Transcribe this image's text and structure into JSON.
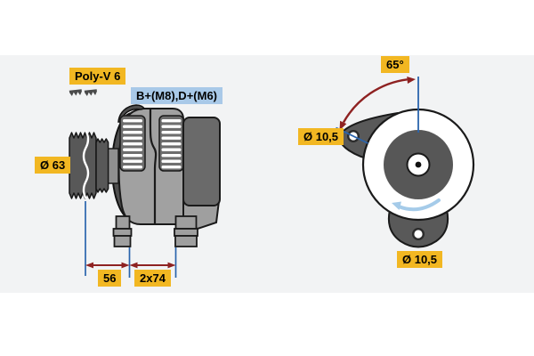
{
  "diagram": {
    "subject": "alternator dimensional drawing, side view and front view",
    "labels": {
      "belt_type": {
        "text": "Poly-V 6",
        "style": "yellow"
      },
      "terminals": {
        "text": "B+(M8),D+(M6)",
        "style": "blue"
      },
      "pulley_diameter": {
        "text": "Ø 63",
        "style": "yellow"
      },
      "dim_pulley_to_foot": {
        "text": "56",
        "style": "yellow"
      },
      "dim_foot_span": {
        "text": "2x74",
        "style": "yellow"
      },
      "mount_angle": {
        "text": "65°",
        "style": "yellow"
      },
      "hole_diameter_upper": {
        "text": "Ø 10,5",
        "style": "yellow"
      },
      "hole_diameter_lower": {
        "text": "Ø 10,5",
        "style": "yellow"
      }
    },
    "icons": {
      "belt_profile": "belt-profile-icon",
      "rotation_direction": "rotation-arrow-icon"
    },
    "colors": {
      "label_yellow": "#f2b722",
      "label_blue": "#a9c9e8",
      "dimension_line_blue": "#2a64ad",
      "dimension_arrow_red": "#8e2121",
      "rotation_arrow_blue": "#a5cbe9",
      "body_gray": "#9f9f9f",
      "dark_gray": "#575757",
      "background_band": "#f2f3f4"
    }
  }
}
